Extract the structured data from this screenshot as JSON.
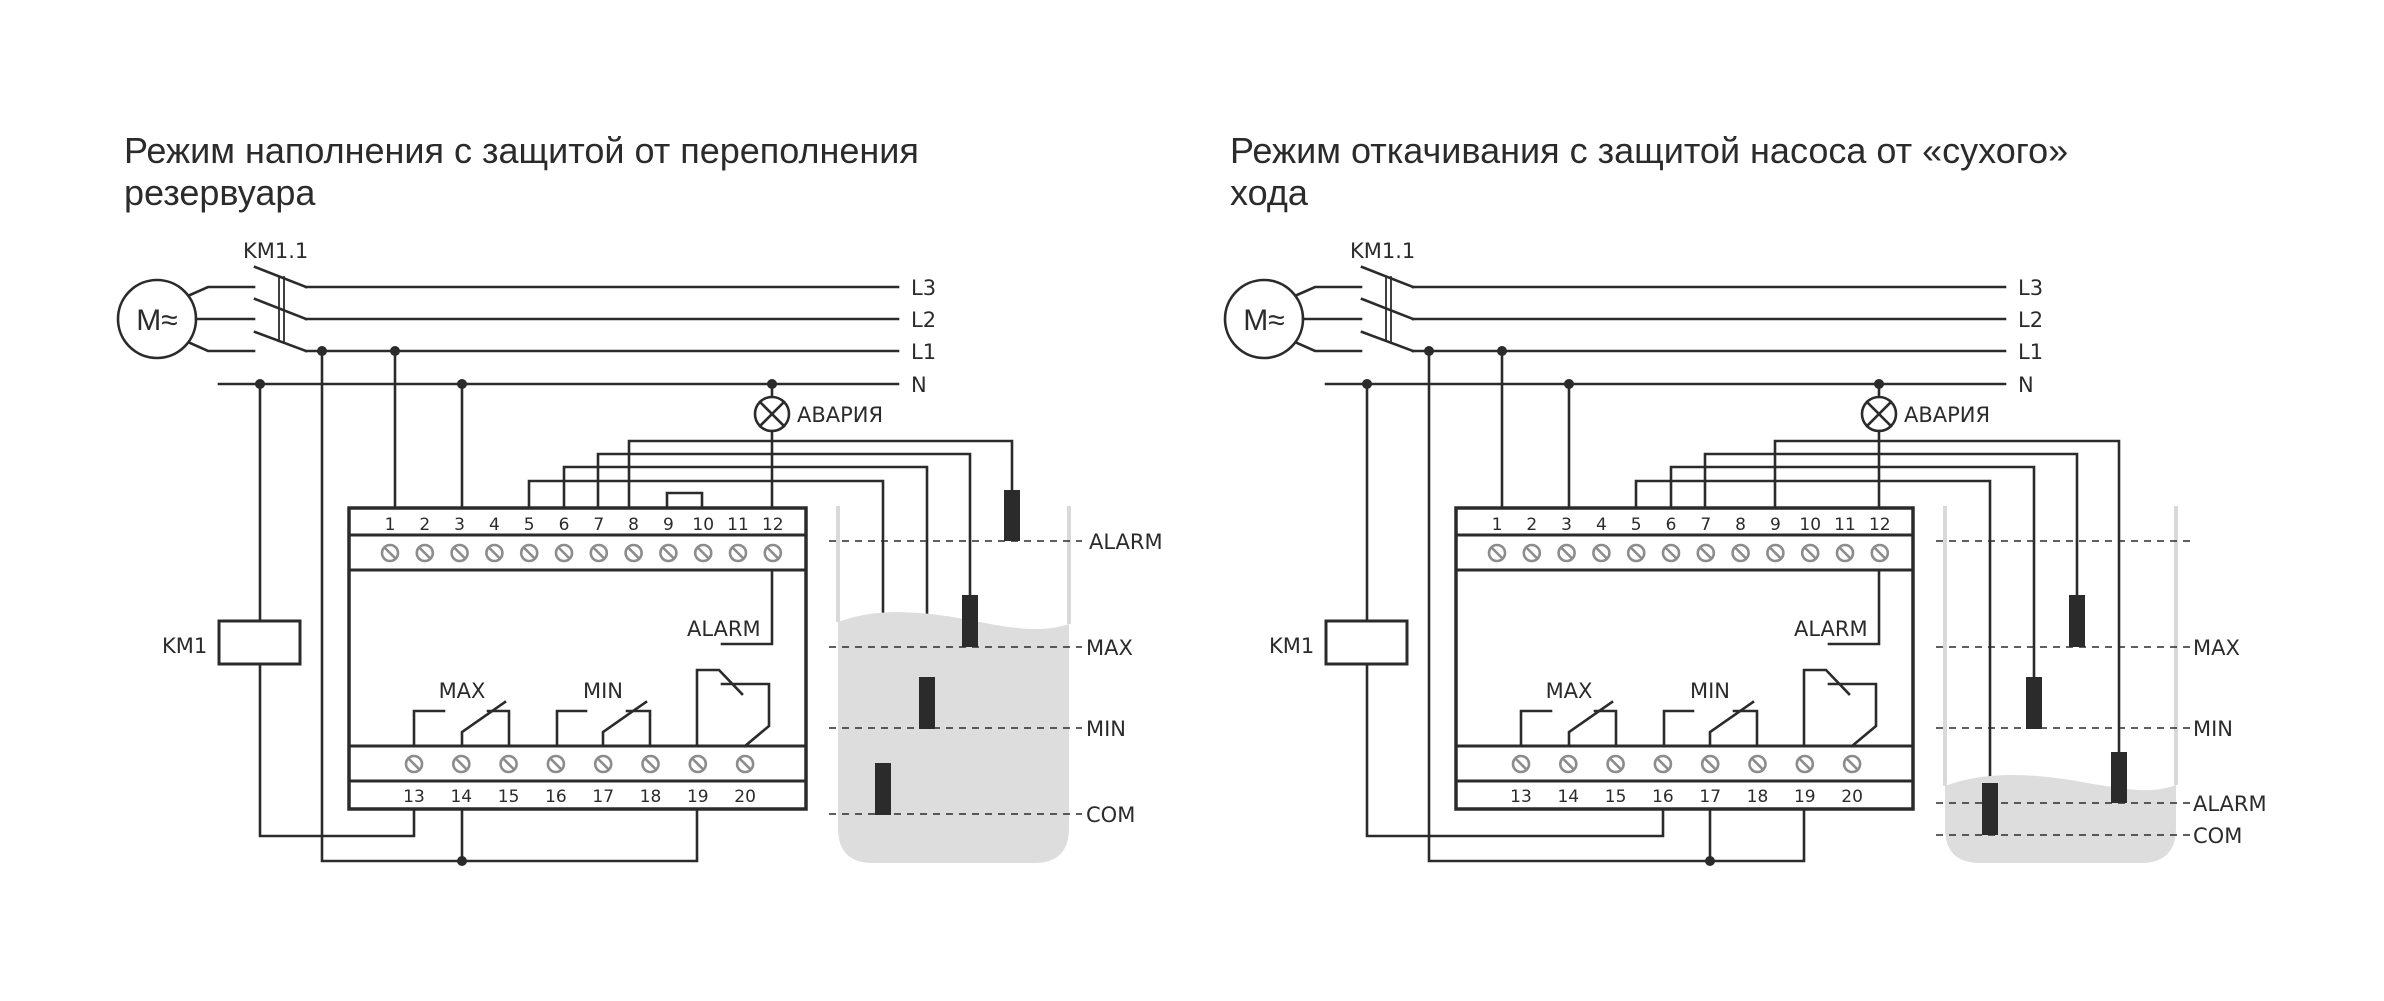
{
  "diagrams": [
    {
      "id": "fill",
      "title_line1": "Режим наполнения с защитой от переполнения",
      "title_line2": "резервуара",
      "motor_label": "M≈",
      "contactor_label": "KM1.1",
      "coil_label": "KM1",
      "lines": [
        "L3",
        "L2",
        "L1",
        "N"
      ],
      "lamp_label": "АВАРИЯ",
      "relay": {
        "top_terminals": [
          "1",
          "2",
          "3",
          "4",
          "5",
          "6",
          "7",
          "8",
          "9",
          "10",
          "11",
          "12"
        ],
        "bottom_terminals": [
          "13",
          "14",
          "15",
          "16",
          "17",
          "18",
          "19",
          "20"
        ],
        "alarm_label": "ALARM",
        "max_label": "MAX",
        "min_label": "MIN",
        "jumper": [
          "9",
          "10"
        ],
        "coil_terminal": "13",
        "common_terminal": "14"
      },
      "sensor_terminals": [
        "5",
        "6",
        "7",
        "8"
      ],
      "tank": {
        "water_level": "high",
        "levels": [
          {
            "label": "ALARM",
            "electrode_terminal": "8"
          },
          {
            "label": "MAX",
            "electrode_terminal": "7"
          },
          {
            "label": "MIN",
            "electrode_terminal": "6"
          },
          {
            "label": "COM",
            "electrode_terminal": "5"
          }
        ]
      }
    },
    {
      "id": "drain",
      "title_line1": "Режим откачивания с защитой насоса от «сухого»",
      "title_line2": "хода",
      "motor_label": "M≈",
      "contactor_label": "KM1.1",
      "coil_label": "KM1",
      "lines": [
        "L3",
        "L2",
        "L1",
        "N"
      ],
      "lamp_label": "АВАРИЯ",
      "relay": {
        "top_terminals": [
          "1",
          "2",
          "3",
          "4",
          "5",
          "6",
          "7",
          "8",
          "9",
          "10",
          "11",
          "12"
        ],
        "bottom_terminals": [
          "13",
          "14",
          "15",
          "16",
          "17",
          "18",
          "19",
          "20"
        ],
        "alarm_label": "ALARM",
        "max_label": "MAX",
        "min_label": "MIN",
        "jumper": [],
        "coil_terminal": "16",
        "common_terminal": "17"
      },
      "sensor_terminals": [
        "5",
        "6",
        "7",
        "9"
      ],
      "tank": {
        "water_level": "low",
        "levels": [
          {
            "label": "",
            "electrode_terminal": ""
          },
          {
            "label": "MAX",
            "electrode_terminal": "7"
          },
          {
            "label": "MIN",
            "electrode_terminal": "6"
          },
          {
            "label": "ALARM",
            "electrode_terminal": "9"
          },
          {
            "label": "COM",
            "electrode_terminal": "5"
          }
        ]
      }
    }
  ]
}
